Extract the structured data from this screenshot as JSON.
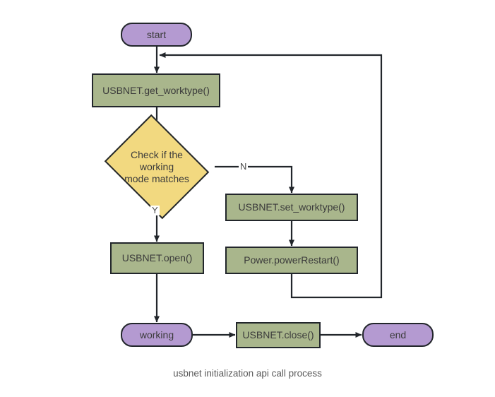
{
  "diagram": {
    "caption": "usbnet initialization api call process",
    "colors": {
      "process_fill": "#a9b68c",
      "terminator_fill": "#b49ad1",
      "decision_fill": "#f2d980",
      "stroke": "#22262b",
      "text": "#3b3b3b",
      "background": "#ffffff"
    },
    "nodes": [
      {
        "id": "start",
        "type": "terminator",
        "label": "start"
      },
      {
        "id": "get_worktype",
        "type": "process",
        "label": "USBNET.get_worktype()"
      },
      {
        "id": "check_mode",
        "type": "decision",
        "label": "Check if the working\nmode matches"
      },
      {
        "id": "set_worktype",
        "type": "process",
        "label": "USBNET.set_worktype()"
      },
      {
        "id": "power_restart",
        "type": "process",
        "label": "Power.powerRestart()"
      },
      {
        "id": "open",
        "type": "process",
        "label": "USBNET.open()"
      },
      {
        "id": "working",
        "type": "terminator",
        "label": "working"
      },
      {
        "id": "close",
        "type": "process",
        "label": "USBNET.close()"
      },
      {
        "id": "end",
        "type": "terminator",
        "label": "end"
      }
    ],
    "edges": [
      {
        "from": "start",
        "to": "get_worktype",
        "label": ""
      },
      {
        "from": "get_worktype",
        "to": "check_mode",
        "label": ""
      },
      {
        "from": "check_mode",
        "to": "set_worktype",
        "label": "N"
      },
      {
        "from": "check_mode",
        "to": "open",
        "label": "Y"
      },
      {
        "from": "set_worktype",
        "to": "power_restart",
        "label": ""
      },
      {
        "from": "power_restart",
        "to": "get_worktype",
        "label": ""
      },
      {
        "from": "open",
        "to": "working",
        "label": ""
      },
      {
        "from": "working",
        "to": "close",
        "label": ""
      },
      {
        "from": "close",
        "to": "end",
        "label": ""
      }
    ],
    "edge_labels": {
      "no": "N",
      "yes": "Y"
    }
  }
}
